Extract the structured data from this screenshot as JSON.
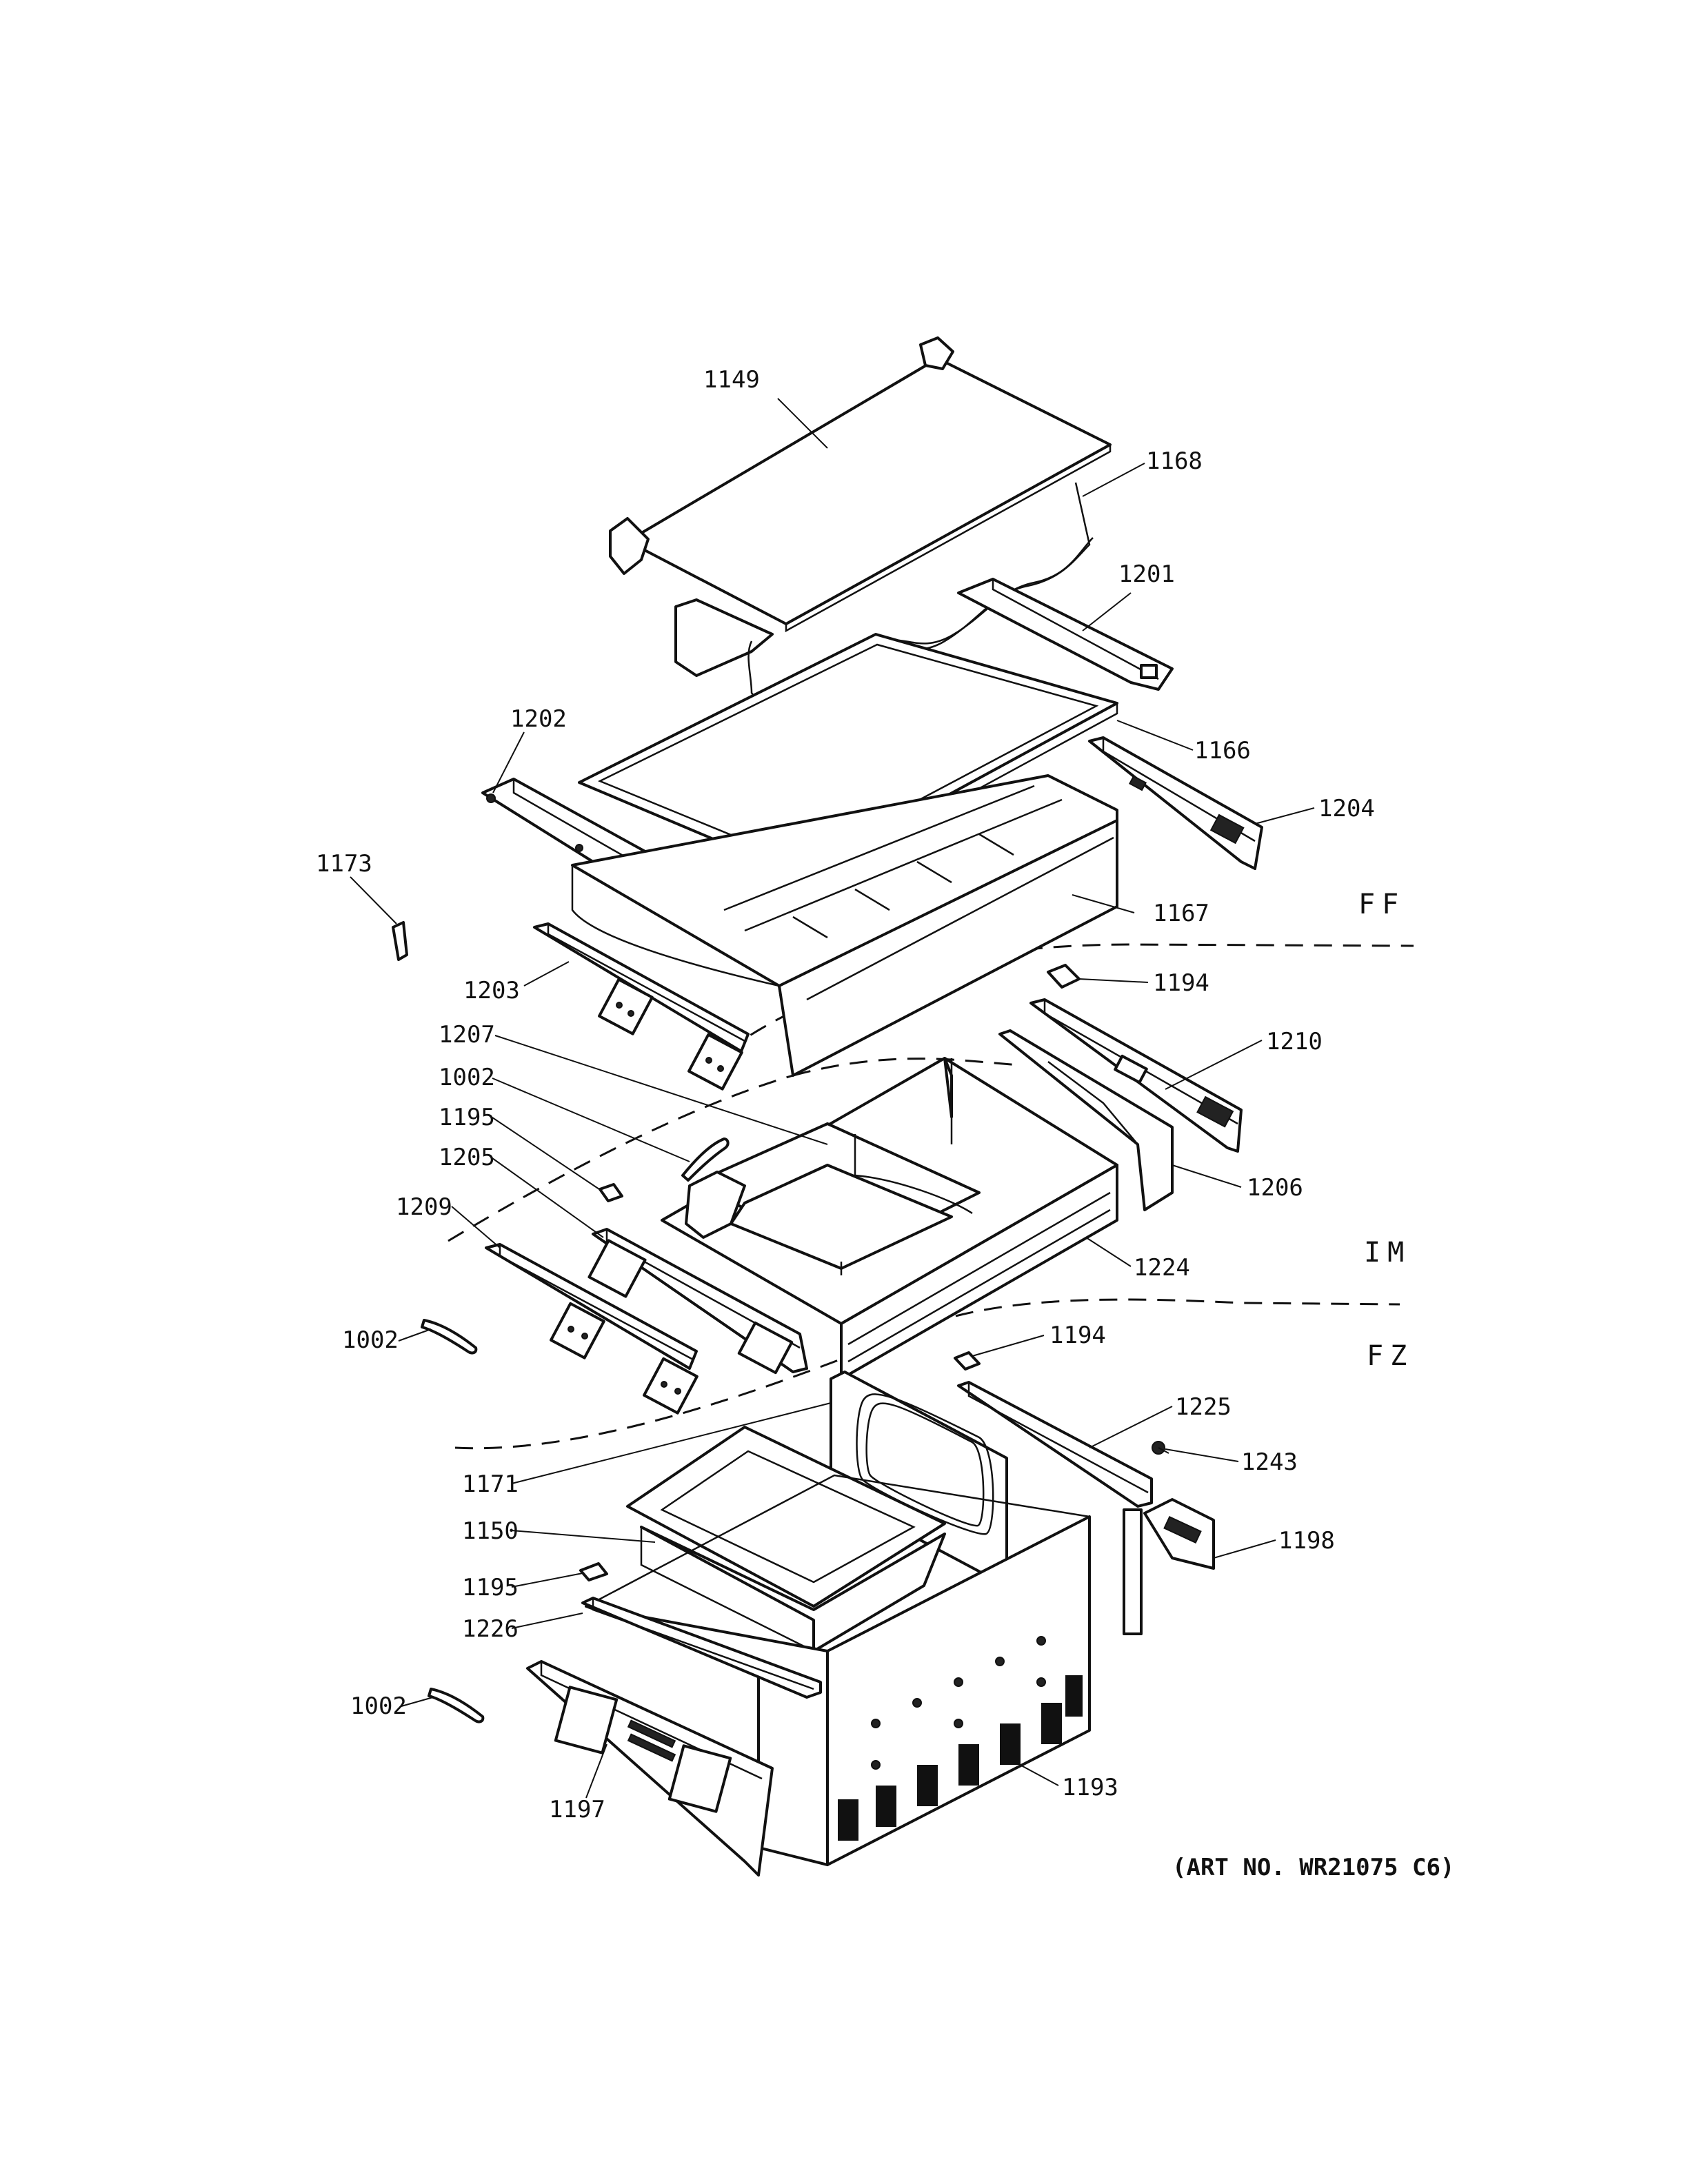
{
  "zones": {
    "ff": "FF",
    "im": "IM",
    "fz": "FZ"
  },
  "art_number": "(ART NO. WR21075 C6)",
  "callouts": {
    "c1149": "1149",
    "c1168": "1168",
    "c1201": "1201",
    "c1202": "1202",
    "c1166": "1166",
    "c1204": "1204",
    "c1173": "1173",
    "c1167": "1167",
    "c1203": "1203",
    "c1194a": "1194",
    "c1207": "1207",
    "c1210": "1210",
    "c1002a": "1002",
    "c1195a": "1195",
    "c1205": "1205",
    "c1206": "1206",
    "c1209": "1209",
    "c1224": "1224",
    "c1002b": "1002",
    "c1194b": "1194",
    "c1225": "1225",
    "c1171": "1171",
    "c1243": "1243",
    "c1150": "1150",
    "c1198": "1198",
    "c1195b": "1195",
    "c1226": "1226",
    "c1002c": "1002",
    "c1193": "1193",
    "c1197": "1197"
  }
}
